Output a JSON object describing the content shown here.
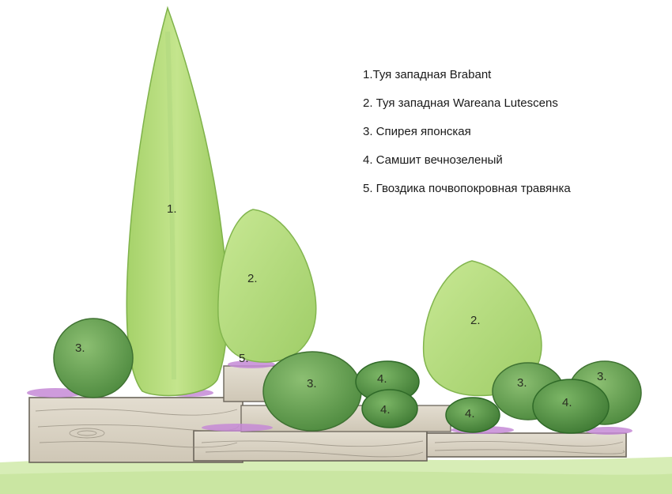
{
  "legend": [
    {
      "label": "1.Туя западная Brabant"
    },
    {
      "label": "2. Туя западная Wareana Lutescens"
    },
    {
      "label": "3. Спирея японская"
    },
    {
      "label": "4. Самшит вечнозеленый"
    },
    {
      "label": "5. Гвоздика почвопокровная травянка"
    }
  ],
  "plant_labels": {
    "thuja_brabant": "1.",
    "thuja_wareana_left": "2.",
    "thuja_wareana_right": "2.",
    "spirea_left": "3.",
    "spirea_center": "3.",
    "spirea_right_a": "3.",
    "spirea_right_b": "3.",
    "boxwood_a": "4.",
    "boxwood_b": "4.",
    "boxwood_c": "4.",
    "boxwood_d": "4.",
    "dianthus": "5."
  },
  "colors": {
    "thuja_light": "#b5dc7a",
    "thuja_dark": "#8fc257",
    "spirea": "#6ea55a",
    "spirea_dark": "#4f8a40",
    "boxwood": "#5a9a45",
    "dianthus": "#c58ad6",
    "planter_wood": "#d9d3c4",
    "planter_outline": "#6b655a",
    "ground": "#cfe8a8"
  }
}
